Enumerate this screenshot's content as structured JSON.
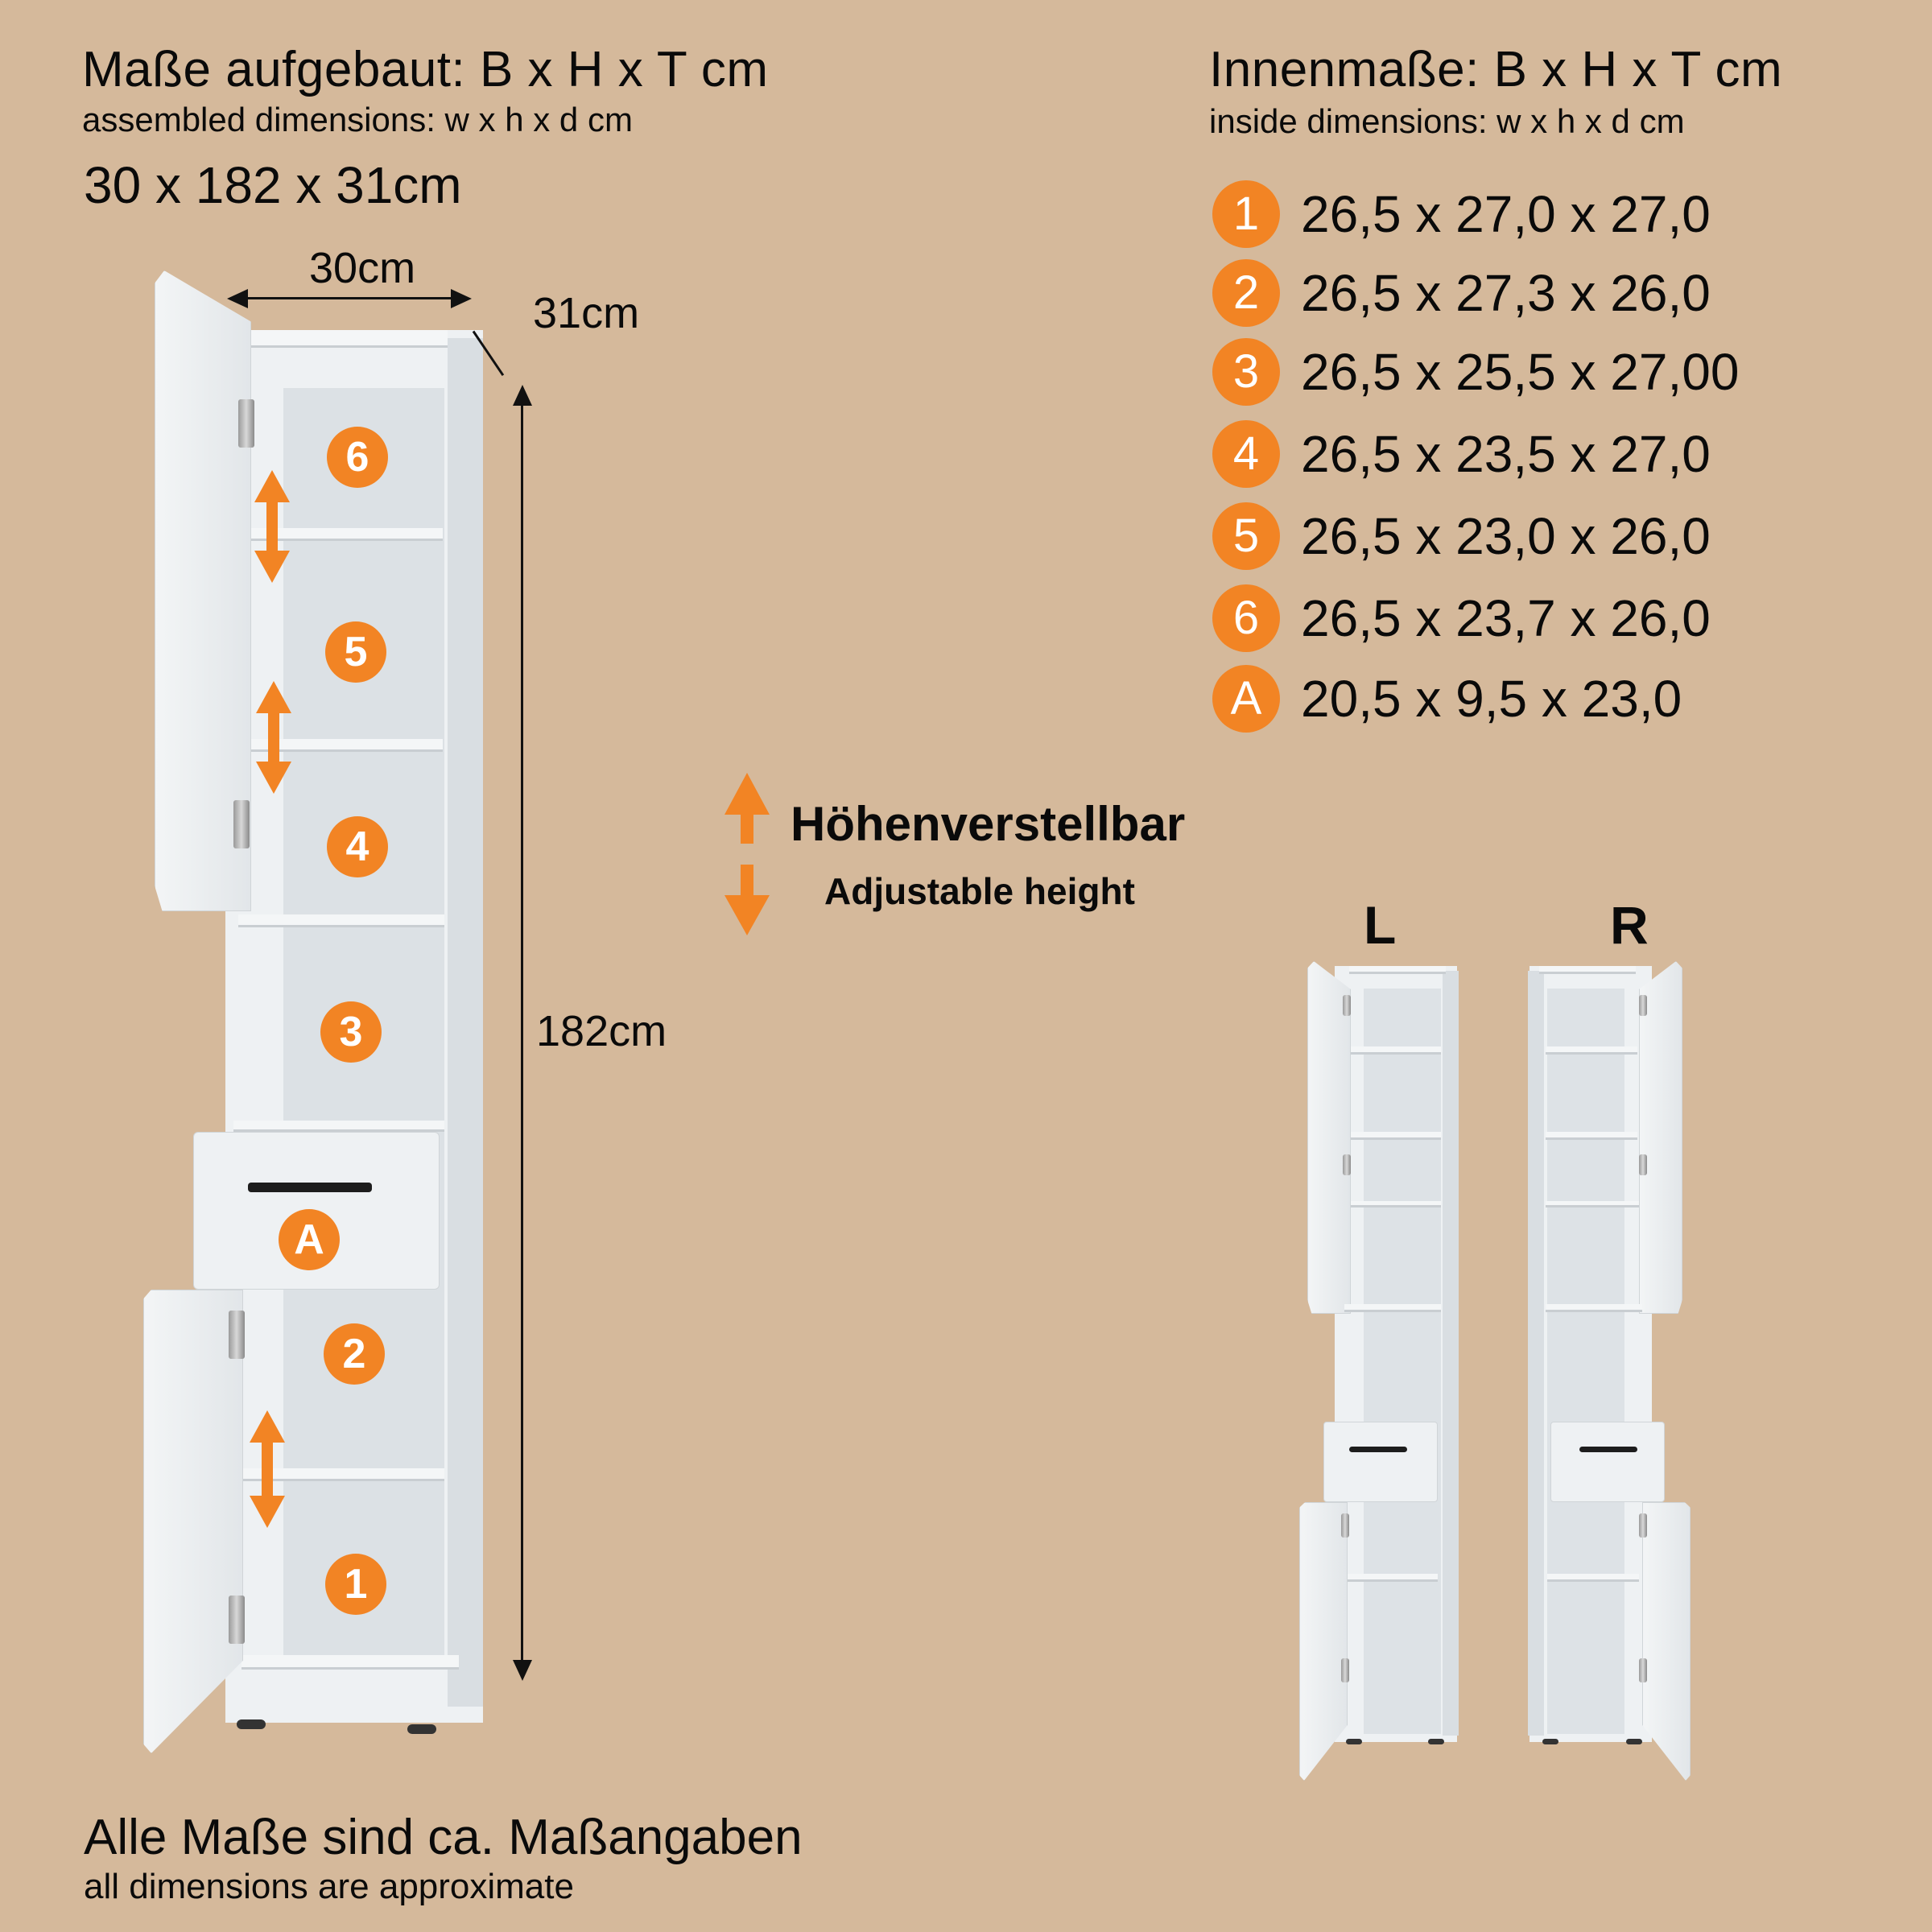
{
  "assembled": {
    "title_de": "Maße aufgebaut: B x H x T cm",
    "title_en": "assembled dimensions: w x h x d cm",
    "dimensions": "30 x 182 x 31cm",
    "width_label": "30cm",
    "depth_label": "31cm",
    "height_label": "182cm"
  },
  "inside": {
    "title_de": "Innenmaße: B x H x T cm",
    "title_en": "inside dimensions: w x h x d cm",
    "rows": [
      {
        "badge": "1",
        "value": "26,5 x 27,0 x 27,0"
      },
      {
        "badge": "2",
        "value": "26,5 x 27,3 x 26,0"
      },
      {
        "badge": "3",
        "value": "26,5 x 25,5 x 27,00"
      },
      {
        "badge": "4",
        "value": "26,5 x 23,5 x 27,0"
      },
      {
        "badge": "5",
        "value": "26,5 x 23,0 x 26,0"
      },
      {
        "badge": "6",
        "value": "26,5 x 23,7 x 26,0"
      },
      {
        "badge": "A",
        "value": "20,5 x 9,5 x 23,0"
      }
    ]
  },
  "cabinet_badges": [
    "6",
    "5",
    "4",
    "3",
    "A",
    "2",
    "1"
  ],
  "legend": {
    "title_de": "Höhenverstellbar",
    "title_en": "Adjustable height",
    "icon": "up-down-arrow-icon"
  },
  "variants": {
    "left_label": "L",
    "right_label": "R"
  },
  "footer": {
    "note_de": "Alle Maße sind ca. Maßangaben",
    "note_en": "all dimensions are approximate"
  },
  "colors": {
    "background": "#D5B99B",
    "accent_orange": "#F28424",
    "text": "#0A0A0A"
  }
}
